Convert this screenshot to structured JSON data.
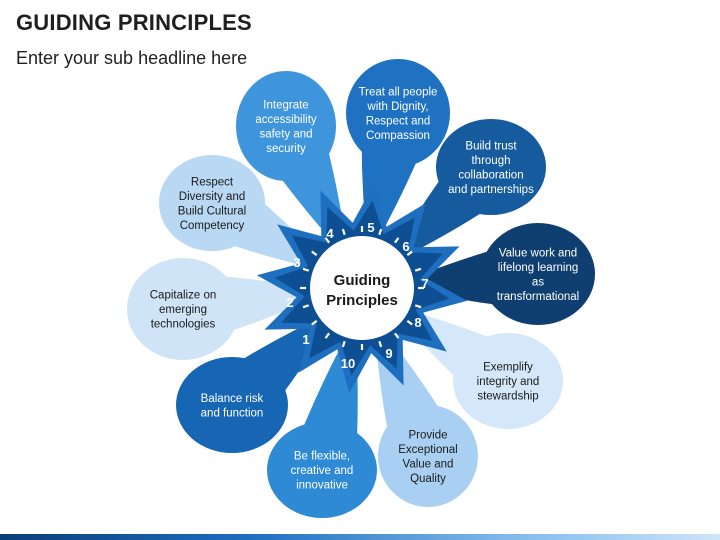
{
  "header": {
    "title": "GUIDING PRINCIPLES",
    "subtitle": "Enter your sub headline here"
  },
  "center": {
    "line1": "Guiding",
    "line2": "Principles"
  },
  "principles": [
    {
      "number": "1",
      "lines": [
        "Capitalize on",
        "emerging",
        "technologies"
      ],
      "color": "#cfe4f7",
      "text_color": "#1a1a1a"
    },
    {
      "number": "2",
      "lines": [
        "Respect",
        "Diversity and",
        "Build Cultural",
        "Competency"
      ],
      "color": "#b9d8f3",
      "text_color": "#1a1a1a"
    },
    {
      "number": "3",
      "lines": [
        "Integrate",
        "accessibility",
        "safety and",
        "security"
      ],
      "color": "#3f95dc",
      "text_color": "#ffffff"
    },
    {
      "number": "4",
      "lines": [
        "Treat all people",
        "with Dignity,",
        "Respect and",
        "Compassion"
      ],
      "color": "#1f72c2",
      "text_color": "#ffffff"
    },
    {
      "number": "5",
      "lines": [
        "Build trust",
        "through",
        "collaboration",
        "and partnerships"
      ],
      "color": "#155b9e",
      "text_color": "#ffffff"
    },
    {
      "number": "6",
      "lines": [
        "Value work and",
        "lifelong learning",
        "as",
        "transformational"
      ],
      "color": "#0e3f70",
      "text_color": "#ffffff"
    },
    {
      "number": "7",
      "lines": [
        "Exemplify",
        "integrity and",
        "stewardship"
      ],
      "color": "#d4e8f9",
      "text_color": "#1a1a1a"
    },
    {
      "number": "8",
      "lines": [
        "Provide",
        "Exceptional",
        "Value and",
        "Quality"
      ],
      "color": "#a9d0f2",
      "text_color": "#1a1a1a"
    },
    {
      "number": "9",
      "lines": [
        "Be flexible,",
        "creative and",
        "innovative"
      ],
      "color": "#2f8ad6",
      "text_color": "#ffffff"
    },
    {
      "number": "10",
      "lines": [
        "Balance risk",
        "and function"
      ],
      "color": "#1666b3",
      "text_color": "#ffffff"
    }
  ],
  "colors": {
    "star_outer": "#1e6fc0",
    "star_inner": "#0e4f93",
    "center_fill": "#ffffff",
    "tick": "#ffffff"
  }
}
